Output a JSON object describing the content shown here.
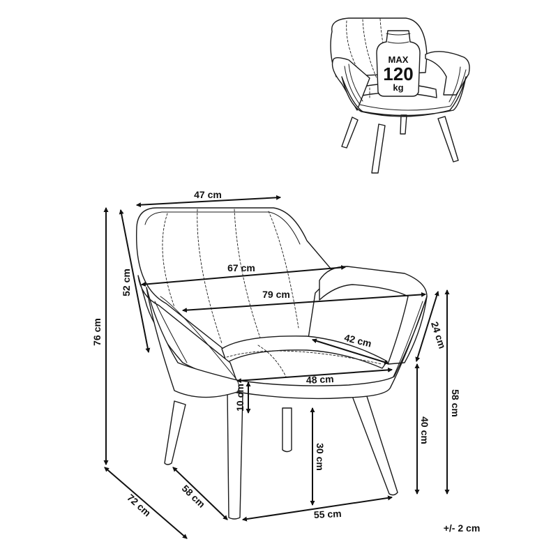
{
  "dimensions": {
    "top_width": "47 cm",
    "arm_width": "67 cm",
    "total_width": "79 cm",
    "seat_depth": "42 cm",
    "seat_width": "48 cm",
    "backrest_height": "52 cm",
    "total_height": "76 cm",
    "armrest_height_span": "24 cm",
    "full_side_height": "58 cm",
    "armrest_height": "40 cm",
    "seat_thickness": "10 cm",
    "leg_height": "30 cm",
    "leg_depth": "58 cm",
    "total_depth": "72 cm",
    "leg_width": "55 cm"
  },
  "tolerance": "+/- 2 cm",
  "load_badge": {
    "line1": "MAX",
    "line2": "120",
    "line3": "kg"
  }
}
